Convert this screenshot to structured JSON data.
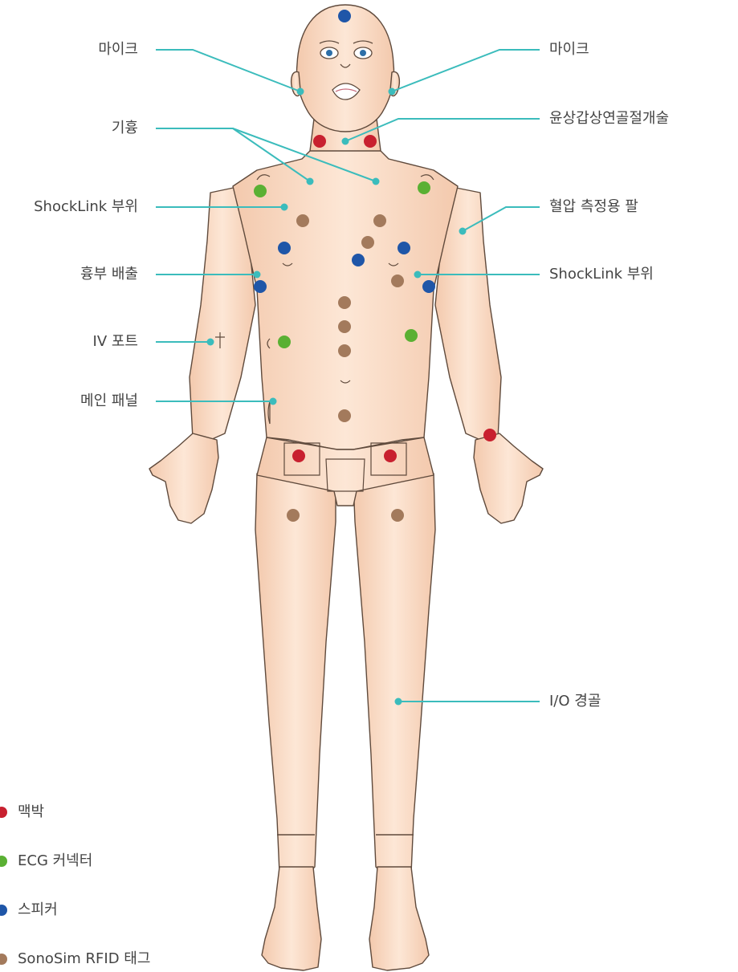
{
  "colors": {
    "pulse": "#c8202f",
    "ecg": "#5ab033",
    "speaker": "#1f56a8",
    "rfid": "#a37a5c",
    "leader": "#3bbcbc",
    "skin": "#f8d9c2",
    "outline": "#5f4a3c"
  },
  "labels": {
    "mic_left": "마이크",
    "mic_right": "마이크",
    "pneumothorax": "기흉",
    "cricothyrotomy": "윤상갑상연골절개술",
    "shocklink_left": "ShockLink 부위",
    "bp_arm": "혈압 측정용 팔",
    "chest_drain": "흉부 배출",
    "shocklink_right": "ShockLink 부위",
    "iv_port": "IV 포트",
    "main_panel": "메인 패널",
    "io_tibia": "I/O 경골"
  },
  "legend": [
    {
      "key": "pulse",
      "label": "맥박"
    },
    {
      "key": "ecg",
      "label": "ECG 커넥터"
    },
    {
      "key": "speaker",
      "label": "스피커"
    },
    {
      "key": "rfid",
      "label": "SonoSim RFID 태그"
    }
  ]
}
